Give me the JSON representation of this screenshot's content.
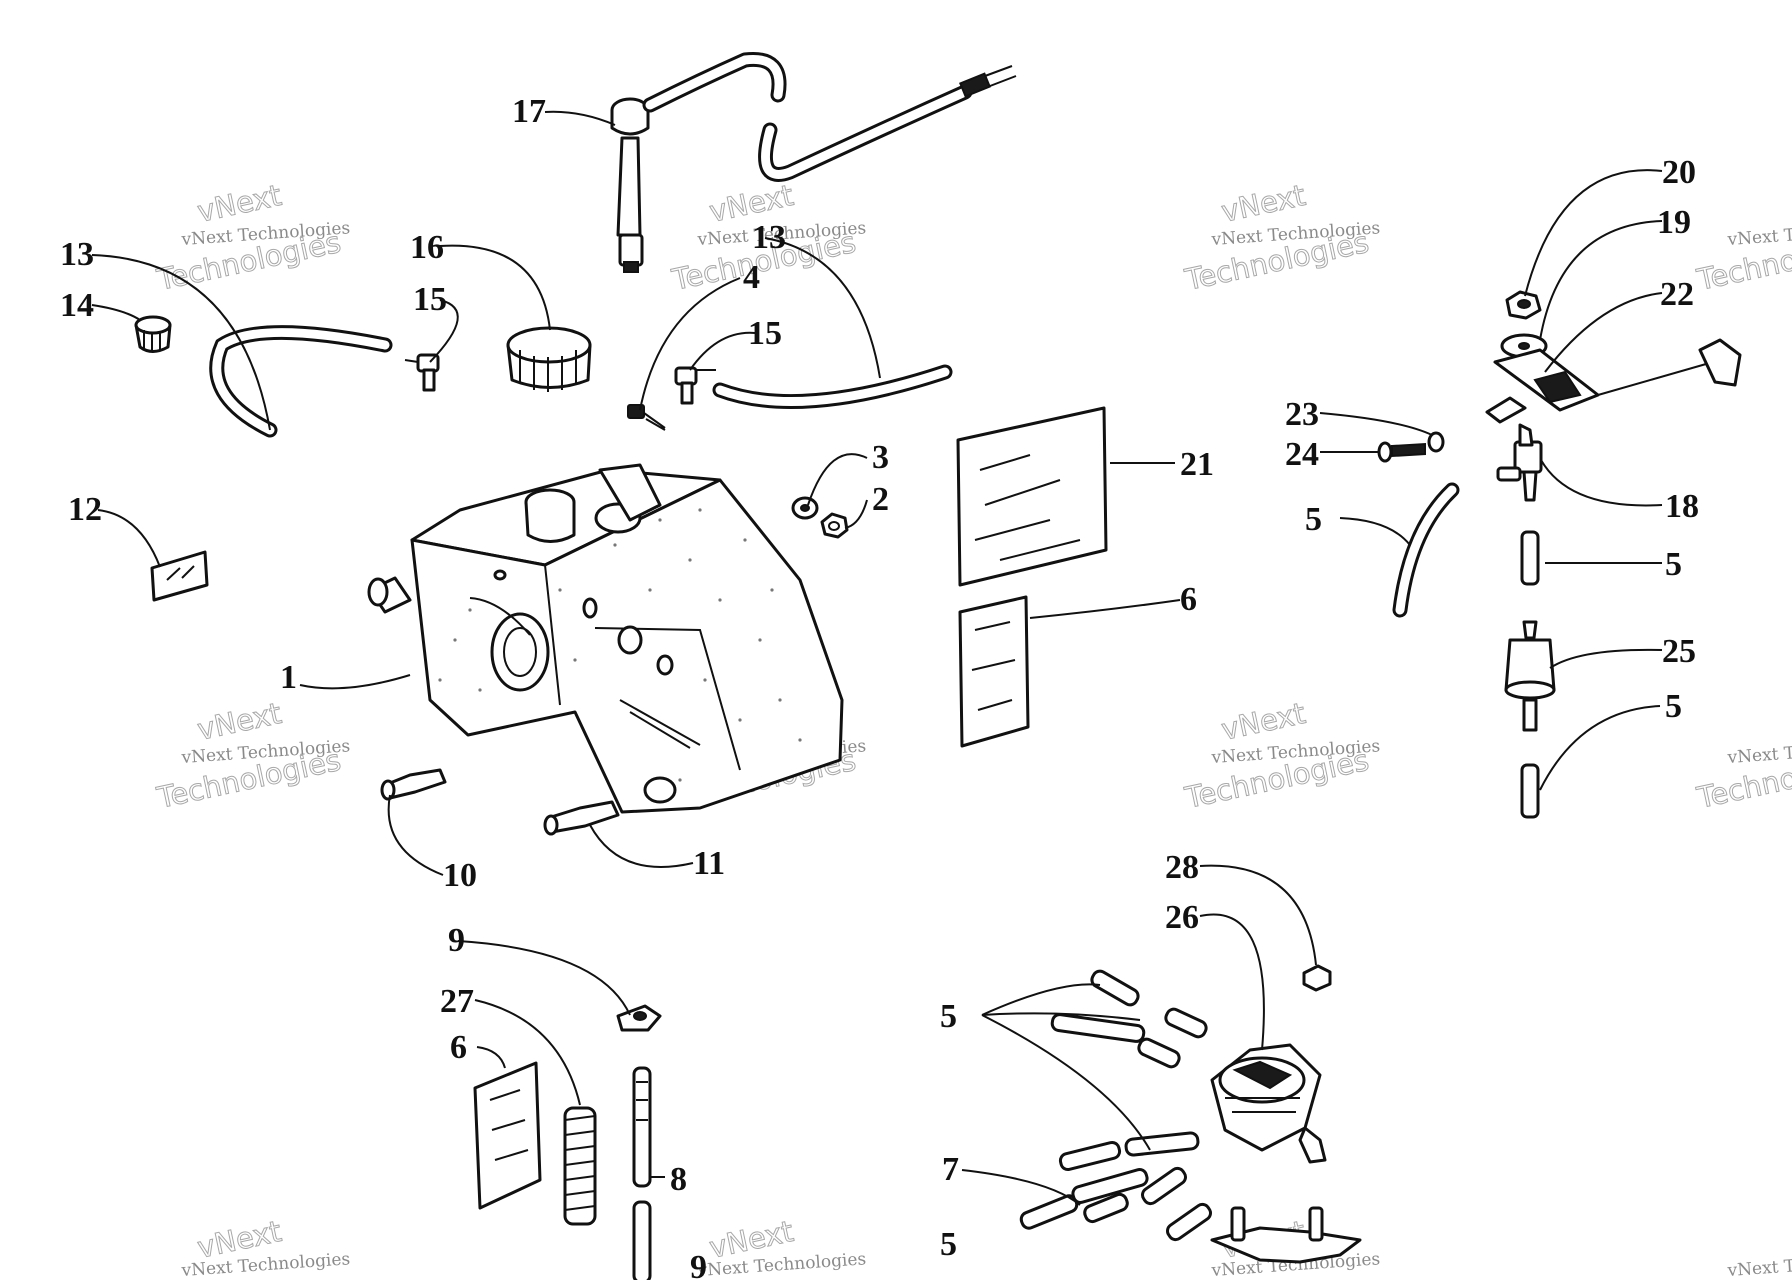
{
  "watermark": {
    "line1": "vNext Technologies",
    "line2": "vNext",
    "line3": "Technologies"
  },
  "callouts": [
    "1",
    "2",
    "3",
    "4",
    "5",
    "5",
    "5",
    "5",
    "5",
    "6",
    "6",
    "7",
    "8",
    "9",
    "9",
    "10",
    "11",
    "12",
    "13",
    "13",
    "14",
    "15",
    "15",
    "16",
    "17",
    "18",
    "19",
    "20",
    "21",
    "22",
    "23",
    "24",
    "25",
    "26",
    "27",
    "28"
  ],
  "colors": {
    "ink": "#111111",
    "paper": "#ffffff",
    "watermark": "#8a8a8a"
  }
}
